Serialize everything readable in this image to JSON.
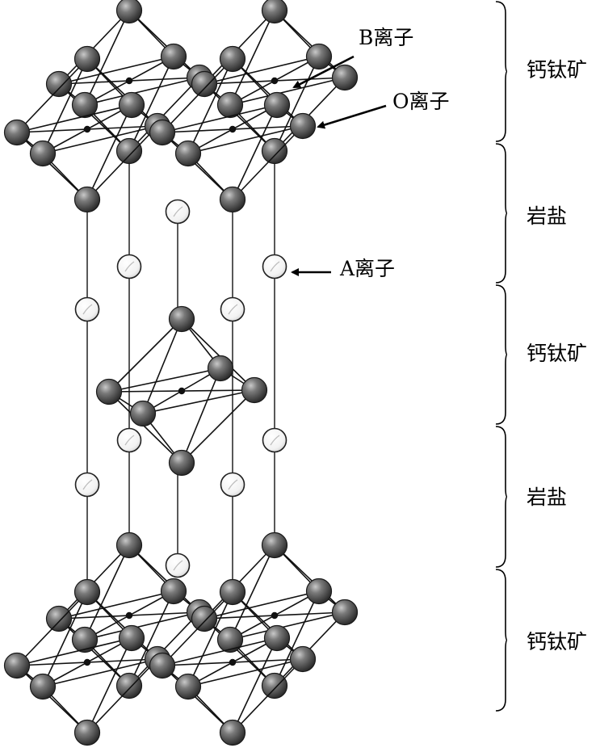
{
  "ion_labels": {
    "b_ion": "B离子",
    "o_ion": "O离子",
    "a_ion": "A离子"
  },
  "layers": [
    {
      "label": "钙钛矿"
    },
    {
      "label": "岩盐"
    },
    {
      "label": "钙钛矿"
    },
    {
      "label": "岩盐"
    },
    {
      "label": "钙钛矿"
    }
  ],
  "colors": {
    "o_ion": "#3f3f3f",
    "a_ion": "#ffffff",
    "b_ion": "#111111",
    "bond": "#111111",
    "background": "#ffffff"
  }
}
